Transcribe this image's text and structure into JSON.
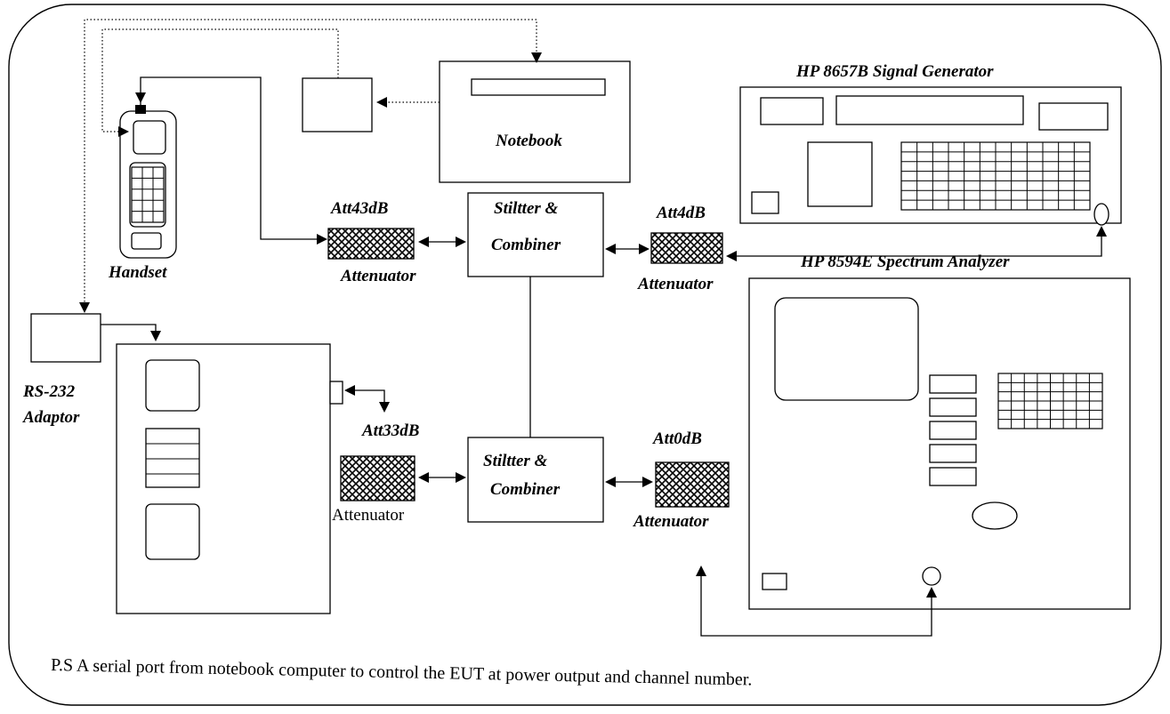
{
  "labels": {
    "signal_generator": "HP 8657B Signal Generator",
    "spectrum_analyzer": "HP 8594E Spectrum Analyzer",
    "notebook": "Notebook",
    "handset": "Handset",
    "rs232_line1": "RS-232",
    "rs232_line2": "Adaptor",
    "att_top_left_value": "Att43dB",
    "att_top_right_value": "Att4dB",
    "att_bottom_left_value": "Att33dB",
    "att_bottom_right_value": "Att0dB",
    "attenuator": "Attenuator",
    "splitter_line1": "Stiltter &",
    "splitter_line2": "Combiner"
  },
  "footnote": "P.S A serial port from notebook computer to control the EUT at power output and channel number."
}
